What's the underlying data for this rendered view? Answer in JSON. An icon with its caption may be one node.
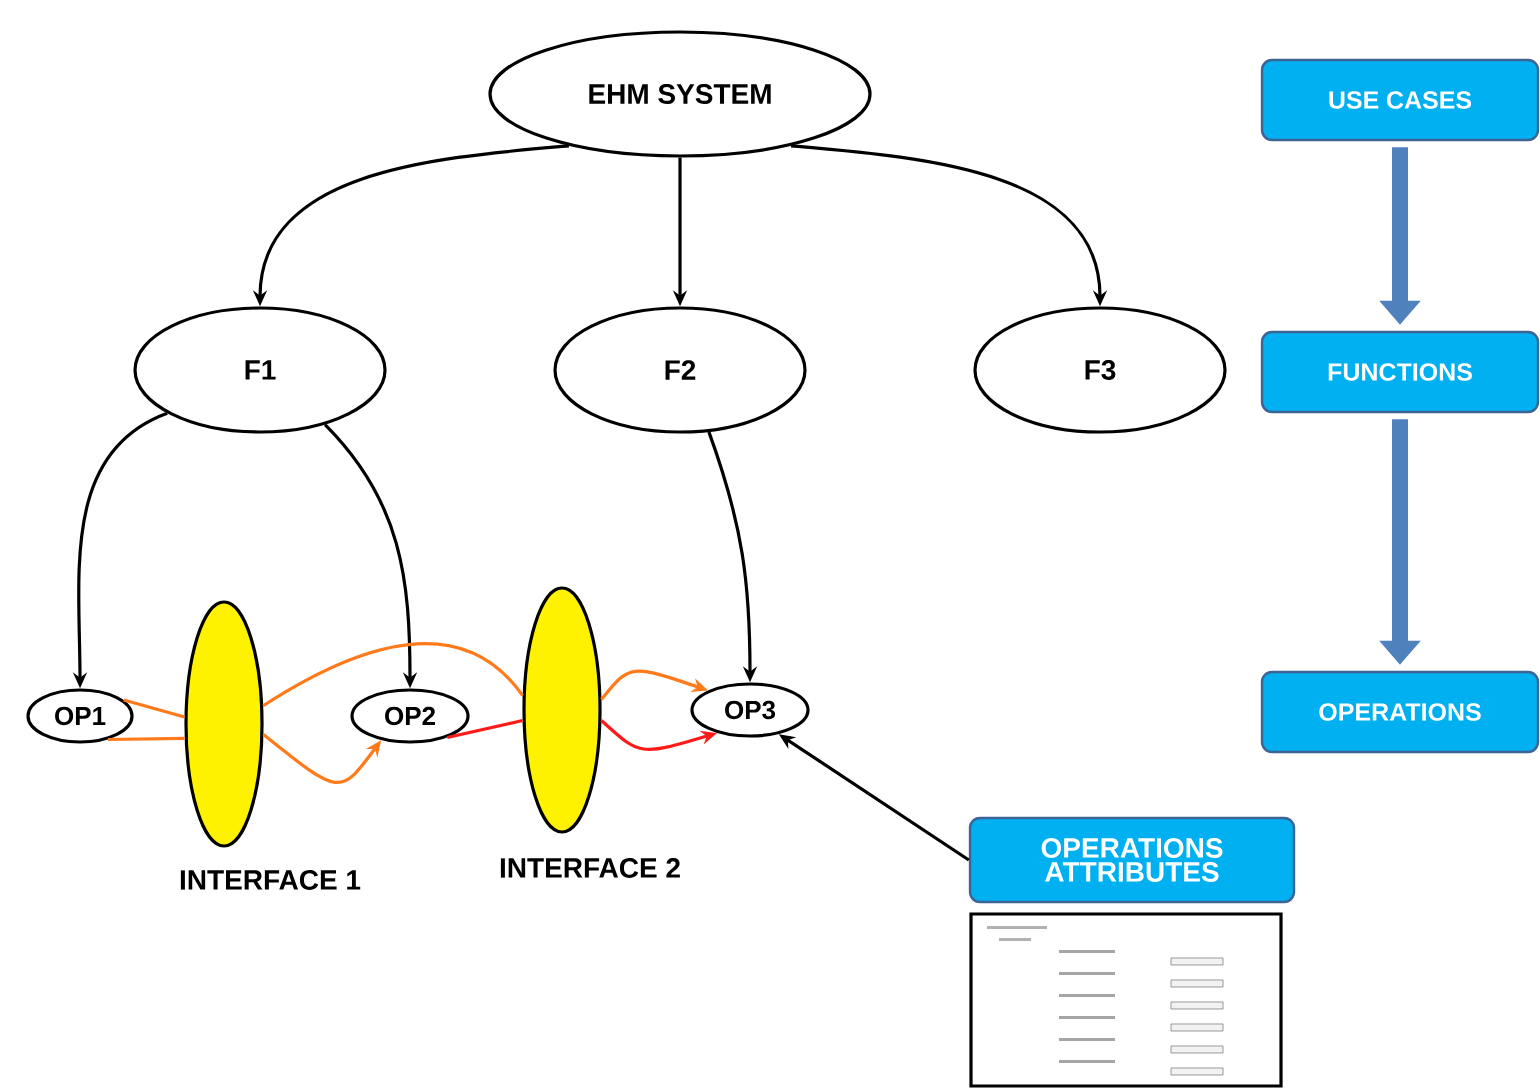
{
  "diagram": {
    "nodes": [
      {
        "text": [
          "EHM SYSTEM"
        ]
      },
      {
        "text": [
          "F1"
        ]
      },
      {
        "text": [
          "F2"
        ]
      },
      {
        "text": [
          "F3"
        ]
      },
      {
        "text": [
          "OP1"
        ]
      },
      {
        "text": [
          "OP2"
        ]
      },
      {
        "text": [
          "OP3"
        ]
      },
      {
        "text": [],
        "shape": "ellipse",
        "beside": [
          "INTERFACE 1"
        ]
      },
      {
        "text": [],
        "shape": "ellipse",
        "beside": [
          "INTERFACE 2"
        ]
      },
      {
        "text": [
          "USE CASES"
        ]
      },
      {
        "text": [
          "FUNCTIONS"
        ]
      },
      {
        "text": [
          "OPERATIONS"
        ]
      },
      {
        "text": [
          "OPERATIONS ATTRIBUTES"
        ]
      },
      {
        "text": [],
        "shape": "picture"
      }
    ],
    "edges": [
      {
        "from": 0,
        "to": 1,
        "arrow": "to"
      },
      {
        "from": 0,
        "to": 2,
        "arrow": "to"
      },
      {
        "from": 0,
        "to": 3,
        "arrow": "to"
      },
      {
        "from": 1,
        "to": 4,
        "arrow": "to"
      },
      {
        "from": 1,
        "to": 5,
        "arrow": "to"
      },
      {
        "from": 2,
        "to": 6,
        "arrow": "to"
      },
      {
        "from": 4,
        "to": 7,
        "arrow": "none",
        "color": "#ff7a1a"
      },
      {
        "from": 7,
        "to": 8,
        "arrow": "none",
        "color": "#ff7a1a"
      },
      {
        "from": 8,
        "to": 6,
        "arrow": "to",
        "color": "#ff7a1a"
      },
      {
        "from": 4,
        "to": 7,
        "arrow": "none",
        "color": "#ff7a1a"
      },
      {
        "from": 7,
        "to": 5,
        "arrow": "to",
        "color": "#ff7a1a"
      },
      {
        "from": 5,
        "to": 8,
        "arrow": "none",
        "color": "#ff1a1a"
      },
      {
        "from": 8,
        "to": 6,
        "arrow": "to",
        "color": "#ff1a1a"
      },
      {
        "from": 9,
        "to": 10,
        "arrow": "to",
        "style": "thick",
        "color": "#4f81bd"
      },
      {
        "from": 10,
        "to": 11,
        "arrow": "to",
        "style": "thick",
        "color": "#4f81bd"
      },
      {
        "from": 12,
        "to": 6,
        "arrow": "to"
      }
    ]
  }
}
